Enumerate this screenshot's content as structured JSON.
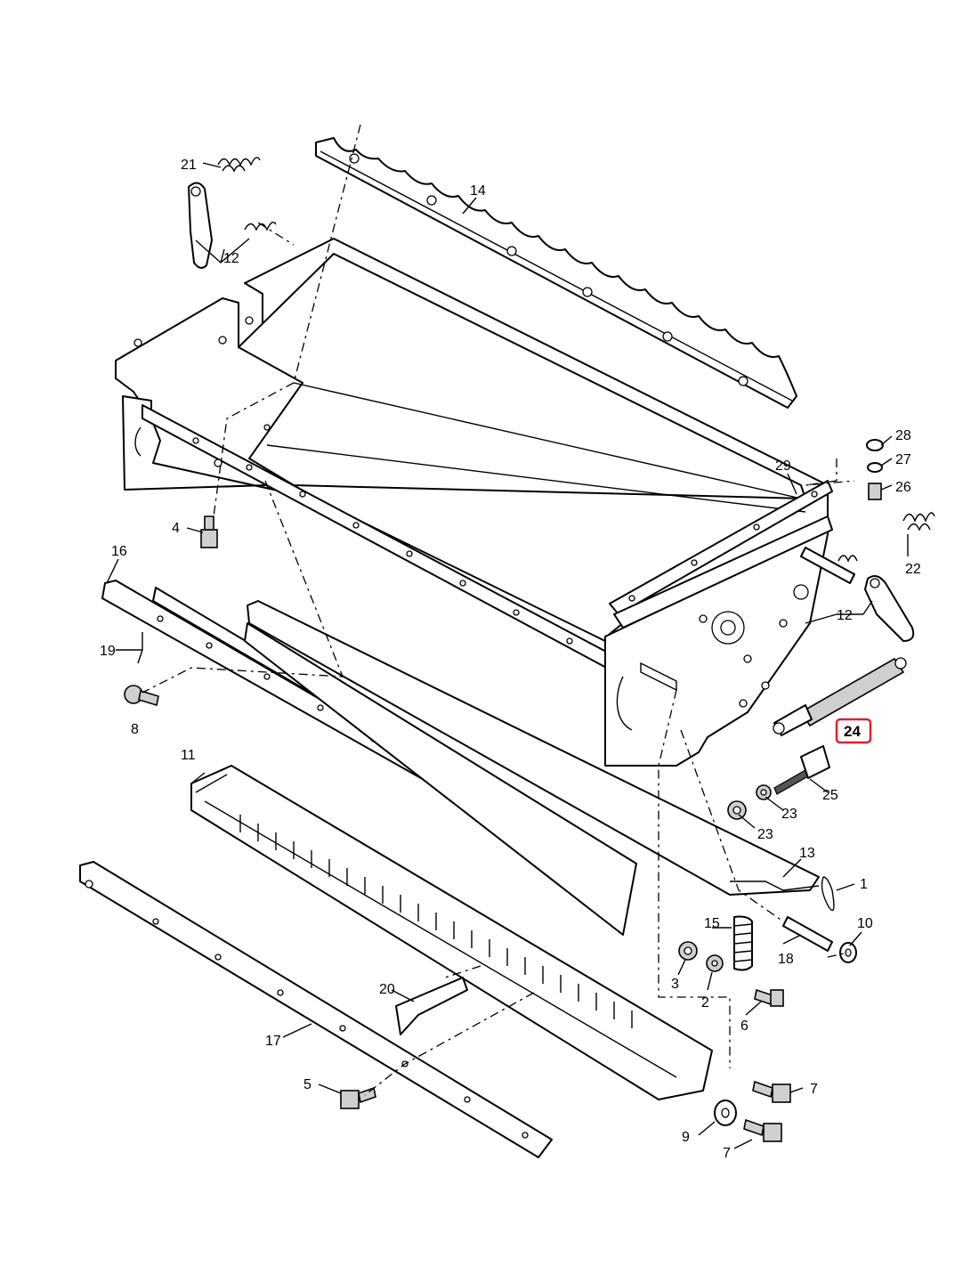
{
  "callouts": [
    {
      "id": "c1",
      "text": "1"
    },
    {
      "id": "c2",
      "text": "2"
    },
    {
      "id": "c3",
      "text": "3"
    },
    {
      "id": "c4",
      "text": "4"
    },
    {
      "id": "c5",
      "text": "5"
    },
    {
      "id": "c6",
      "text": "6"
    },
    {
      "id": "c7a",
      "text": "7"
    },
    {
      "id": "c7b",
      "text": "7"
    },
    {
      "id": "c8",
      "text": "8"
    },
    {
      "id": "c9",
      "text": "9"
    },
    {
      "id": "c10",
      "text": "10"
    },
    {
      "id": "c11",
      "text": "11"
    },
    {
      "id": "c12a",
      "text": "12"
    },
    {
      "id": "c12b",
      "text": "12"
    },
    {
      "id": "c13",
      "text": "13"
    },
    {
      "id": "c14",
      "text": "14"
    },
    {
      "id": "c15",
      "text": "15"
    },
    {
      "id": "c16",
      "text": "16"
    },
    {
      "id": "c17",
      "text": "17"
    },
    {
      "id": "c18",
      "text": "18"
    },
    {
      "id": "c19",
      "text": "19"
    },
    {
      "id": "c20",
      "text": "20"
    },
    {
      "id": "c21",
      "text": "21"
    },
    {
      "id": "c22",
      "text": "22"
    },
    {
      "id": "c23a",
      "text": "23"
    },
    {
      "id": "c23b",
      "text": "23"
    },
    {
      "id": "c24",
      "text": "24",
      "highlighted": true
    },
    {
      "id": "c25",
      "text": "25"
    },
    {
      "id": "c26",
      "text": "26"
    },
    {
      "id": "c27",
      "text": "27"
    },
    {
      "id": "c28",
      "text": "28"
    },
    {
      "id": "c29",
      "text": "29"
    }
  ],
  "colors": {
    "line": "#000000",
    "background": "#ffffff",
    "highlight_border": "#e0202a"
  }
}
